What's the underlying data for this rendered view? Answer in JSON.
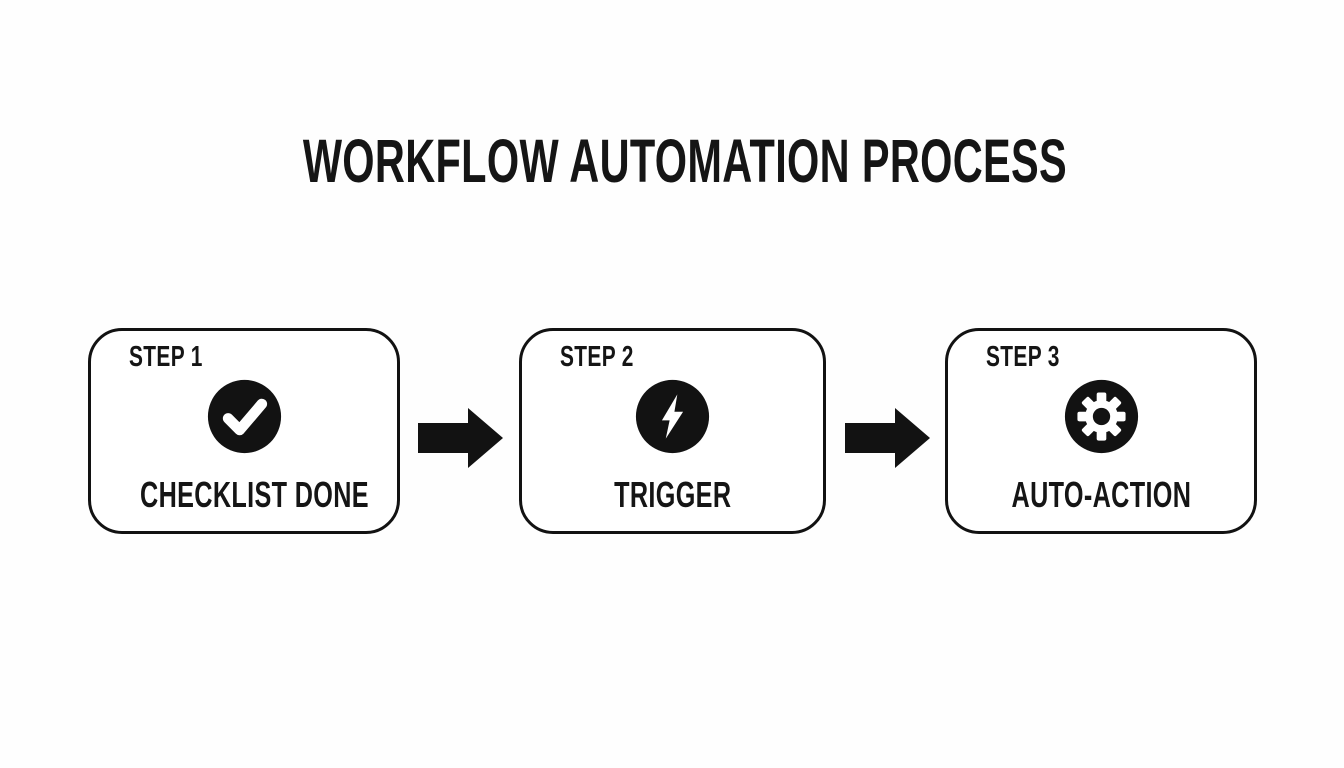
{
  "page": {
    "title": "WORKFLOW AUTOMATION PROCESS",
    "background_color": "#fefefe",
    "ink_color": "#121212"
  },
  "steps": [
    {
      "step_label": "STEP 1",
      "icon": "checkmark-icon",
      "caption": "CHECKLIST DONE"
    },
    {
      "step_label": "STEP 2",
      "icon": "lightning-icon",
      "caption": "TRIGGER"
    },
    {
      "step_label": "STEP 3",
      "icon": "gear-icon",
      "caption": "AUTO-ACTION"
    }
  ],
  "connectors": [
    {
      "type": "arrow-right"
    },
    {
      "type": "arrow-right"
    }
  ]
}
